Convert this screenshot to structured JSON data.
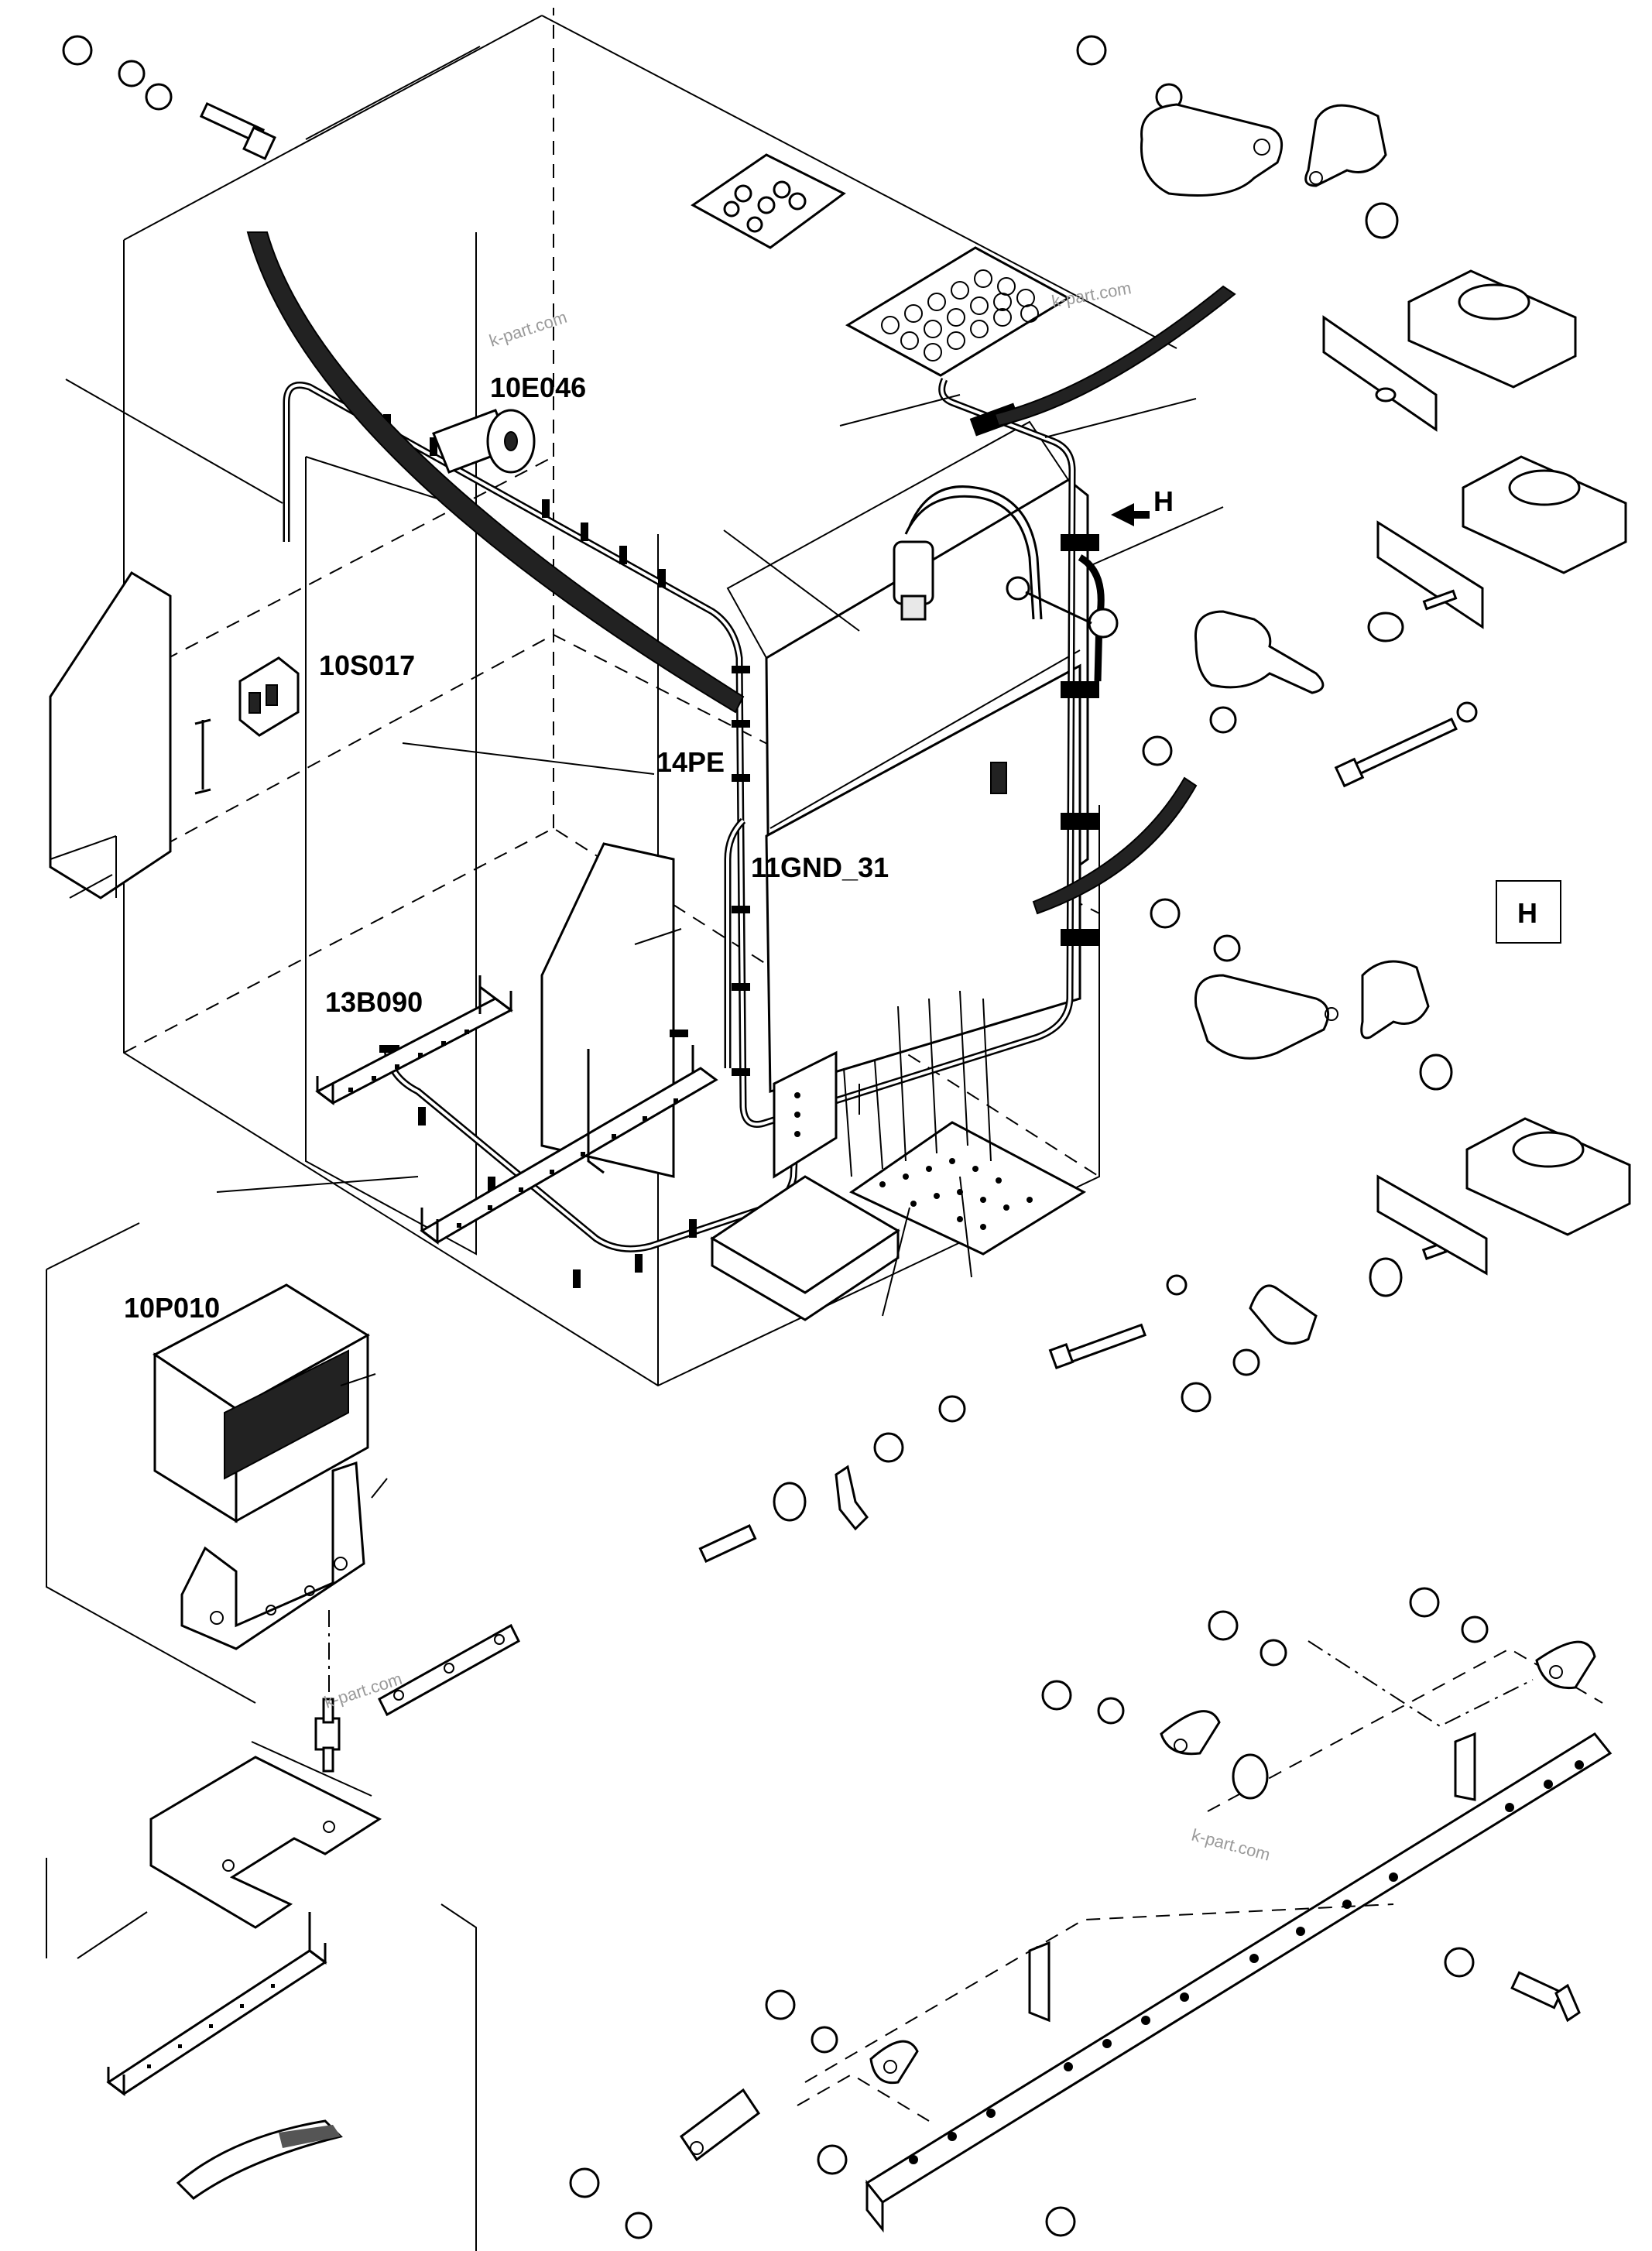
{
  "labels": {
    "lamp": "10E046",
    "switch": "10S017",
    "ground_pe": "14PE",
    "ground_gnd": "11GND_31",
    "sensor": "13B090",
    "power_unit": "10P010",
    "arrow_ref": "H",
    "detail_box": "H"
  },
  "watermarks": [
    "k-part.com",
    "k-part.com",
    "k-part.com",
    "k-part.com"
  ],
  "colors": {
    "line": "#000000",
    "fill": "#ffffff",
    "shade": "#e8e8e8",
    "watermark": "#9a9a9a"
  }
}
